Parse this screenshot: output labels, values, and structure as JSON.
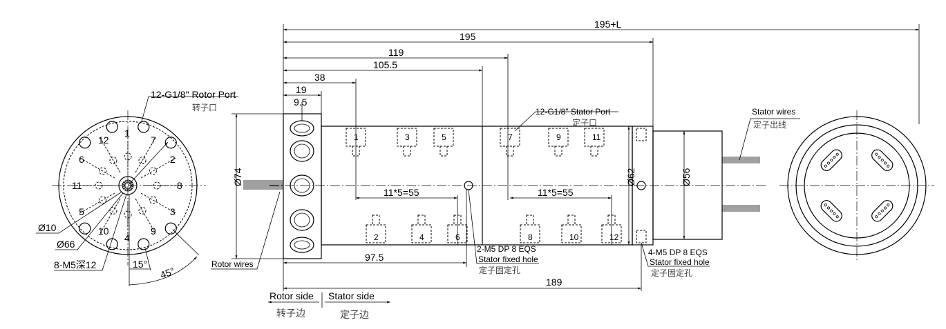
{
  "front_view": {
    "rotor_port_label": "12-G1/8\"  Rotor Port",
    "rotor_port_cn": "转子口",
    "port_numbers": [
      "1",
      "7",
      "2",
      "8",
      "3",
      "9",
      "4",
      "10",
      "5",
      "11",
      "6",
      "12"
    ],
    "dia_10": "Ø10",
    "dia_66": "Ø66",
    "screw_label": "8-M5深12",
    "angle_15": "15°",
    "angle_45": "45°"
  },
  "side_view": {
    "dims_top": [
      "195+L",
      "195",
      "119",
      "105.5",
      "38",
      "19",
      "9.5"
    ],
    "dia_74": "Ø74",
    "dia_62": "Ø62",
    "dia_56": "Ø56",
    "pitch_left": "11*5=55",
    "pitch_right": "11*5=55",
    "dim_97_5": "97.5",
    "dim_189": "189",
    "stator_port_label": "12-G1/8\" Stator Port",
    "stator_port_cn": "定子口",
    "stator_wires": "Stator wires",
    "stator_wires_cn": "定子出线",
    "rotor_wires": "Rotor wires",
    "hole_2_label": "2-M5 DP 8 EQS",
    "hole_2_desc": "Stator fixed hole",
    "hole_2_cn": "定子固定孔",
    "hole_4_label": "4-M5 DP 8 EQS",
    "hole_4_desc": "Stator fixed hole",
    "hole_4_cn": "定子固定孔",
    "top_port_numbers": [
      "1",
      "3",
      "5",
      "7",
      "9",
      "11"
    ],
    "bottom_port_numbers": [
      "2",
      "4",
      "6",
      "8",
      "10",
      "12"
    ],
    "rotor_side": "Rotor side",
    "rotor_side_cn": "转子边",
    "stator_side": "Stator side",
    "stator_side_cn": "定子边"
  }
}
